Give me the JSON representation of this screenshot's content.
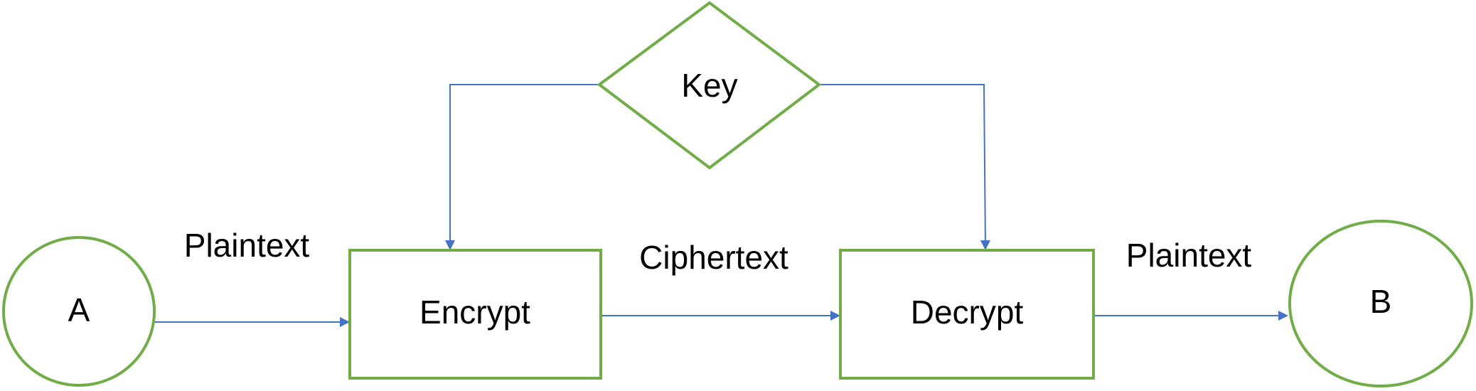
{
  "colors": {
    "shape_stroke": "#70ad47",
    "connector": "#4472c4"
  },
  "nodes": {
    "a": {
      "label": "A"
    },
    "b": {
      "label": "B"
    },
    "key": {
      "label": "Key"
    },
    "encrypt": {
      "label": "Encrypt"
    },
    "decrypt": {
      "label": "Decrypt"
    }
  },
  "edges": {
    "a_to_encrypt": {
      "label": "Plaintext"
    },
    "encrypt_to_decrypt": {
      "label": "Ciphertext"
    },
    "decrypt_to_b": {
      "label": "Plaintext"
    }
  }
}
